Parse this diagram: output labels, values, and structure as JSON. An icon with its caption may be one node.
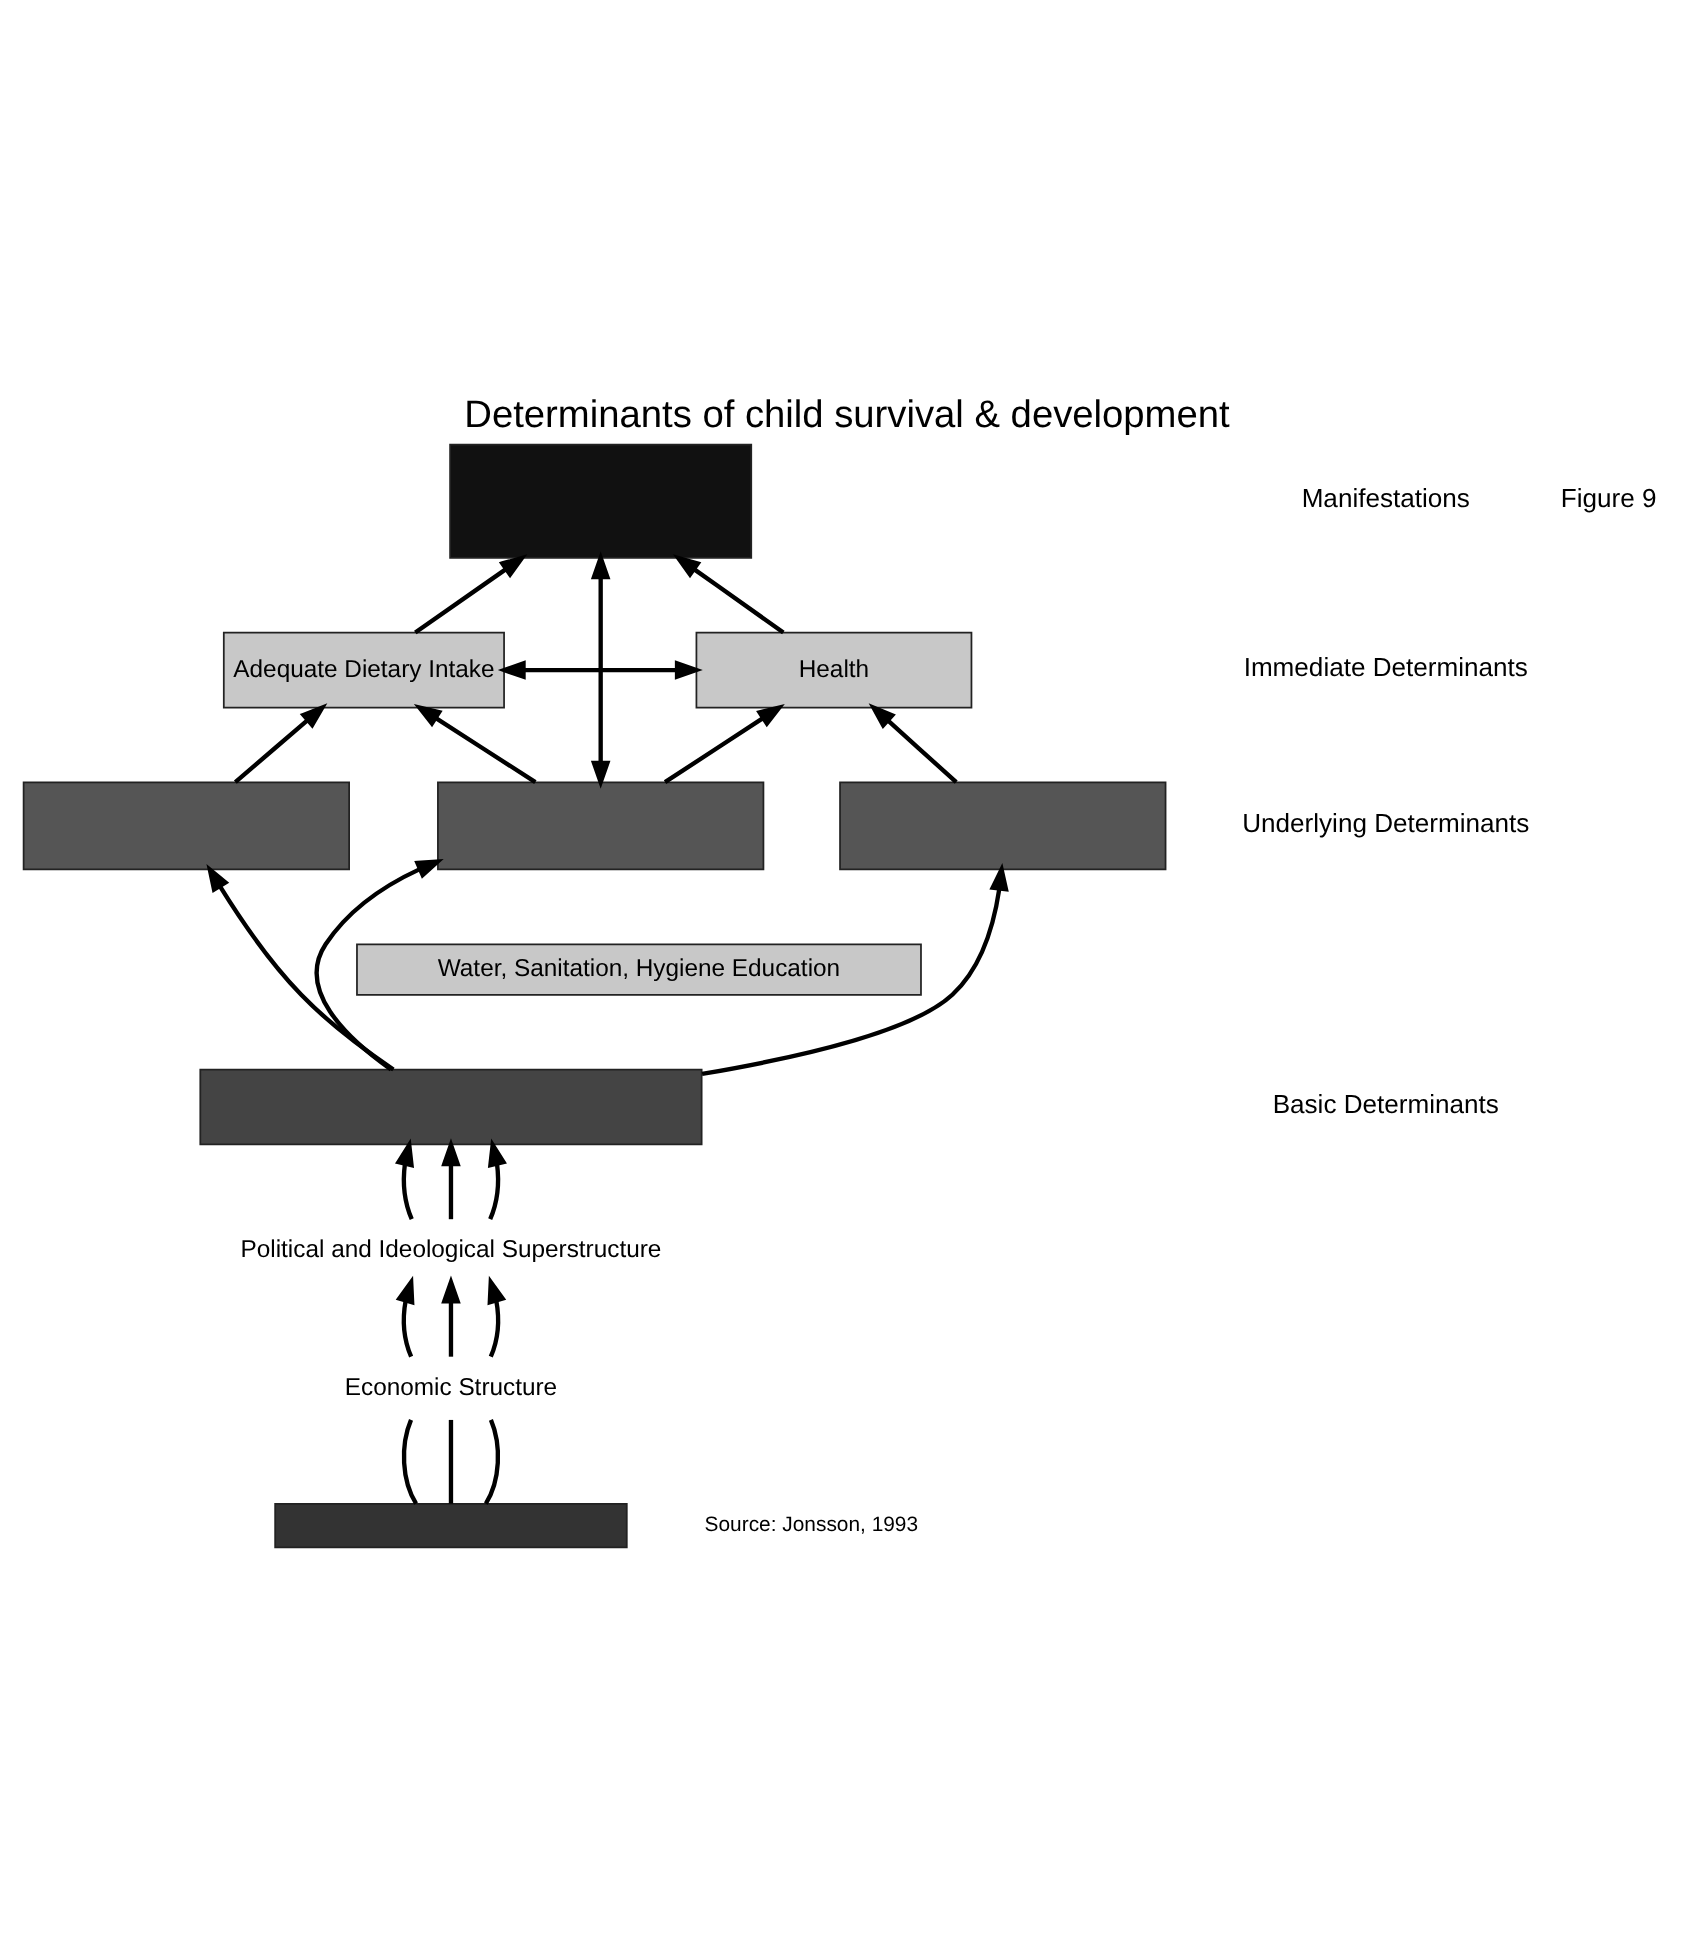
{
  "diagram": {
    "title": "Determinants of child survival & development",
    "caption": "Source: Jonsson, 1993",
    "nodes": [
      {
        "text": [],
        "shape": "box"
      },
      {
        "text": [
          "Adequate Dietary Intake"
        ]
      },
      {
        "text": [
          "Health"
        ]
      },
      {
        "text": [],
        "shape": "box"
      },
      {
        "text": [],
        "shape": "box"
      },
      {
        "text": [],
        "shape": "box"
      },
      {
        "text": [
          "Water, Sanitation, Hygiene Education"
        ]
      },
      {
        "text": [],
        "shape": "box"
      },
      {
        "text": [
          "Political and Ideological Superstructure"
        ]
      },
      {
        "text": [
          "Economic Structure"
        ]
      },
      {
        "text": [],
        "shape": "box"
      }
    ],
    "edges": [
      {
        "from": 1,
        "to": 0,
        "arrow": "to"
      },
      {
        "from": 4,
        "to": 0,
        "arrow": "both"
      },
      {
        "from": 2,
        "to": 0,
        "arrow": "to"
      },
      {
        "from": 1,
        "to": 2,
        "arrow": "both"
      },
      {
        "from": 3,
        "to": 1,
        "arrow": "to"
      },
      {
        "from": 4,
        "to": 1,
        "arrow": "to"
      },
      {
        "from": 4,
        "to": 2,
        "arrow": "to"
      },
      {
        "from": 5,
        "to": 2,
        "arrow": "to"
      },
      {
        "from": 7,
        "to": 3,
        "arrow": "to"
      },
      {
        "from": 7,
        "to": 4,
        "arrow": "to"
      },
      {
        "from": 7,
        "to": 5,
        "arrow": "to"
      },
      {
        "from": 8,
        "to": 7,
        "arrow": "to"
      },
      {
        "from": 8,
        "to": 7,
        "arrow": "to"
      },
      {
        "from": 8,
        "to": 7,
        "arrow": "to"
      },
      {
        "from": 9,
        "to": 8,
        "arrow": "to"
      },
      {
        "from": 9,
        "to": 8,
        "arrow": "to"
      },
      {
        "from": 9,
        "to": 8,
        "arrow": "to"
      },
      {
        "from": 10,
        "to": 9,
        "arrow": "none"
      },
      {
        "from": 10,
        "to": 9,
        "arrow": "none"
      },
      {
        "from": 10,
        "to": 9,
        "arrow": "none"
      }
    ],
    "labels": [
      "Figure 9",
      "Manifestations",
      "Immediate Determinants",
      "Underlying Determinants",
      "Basic Determinants"
    ]
  }
}
